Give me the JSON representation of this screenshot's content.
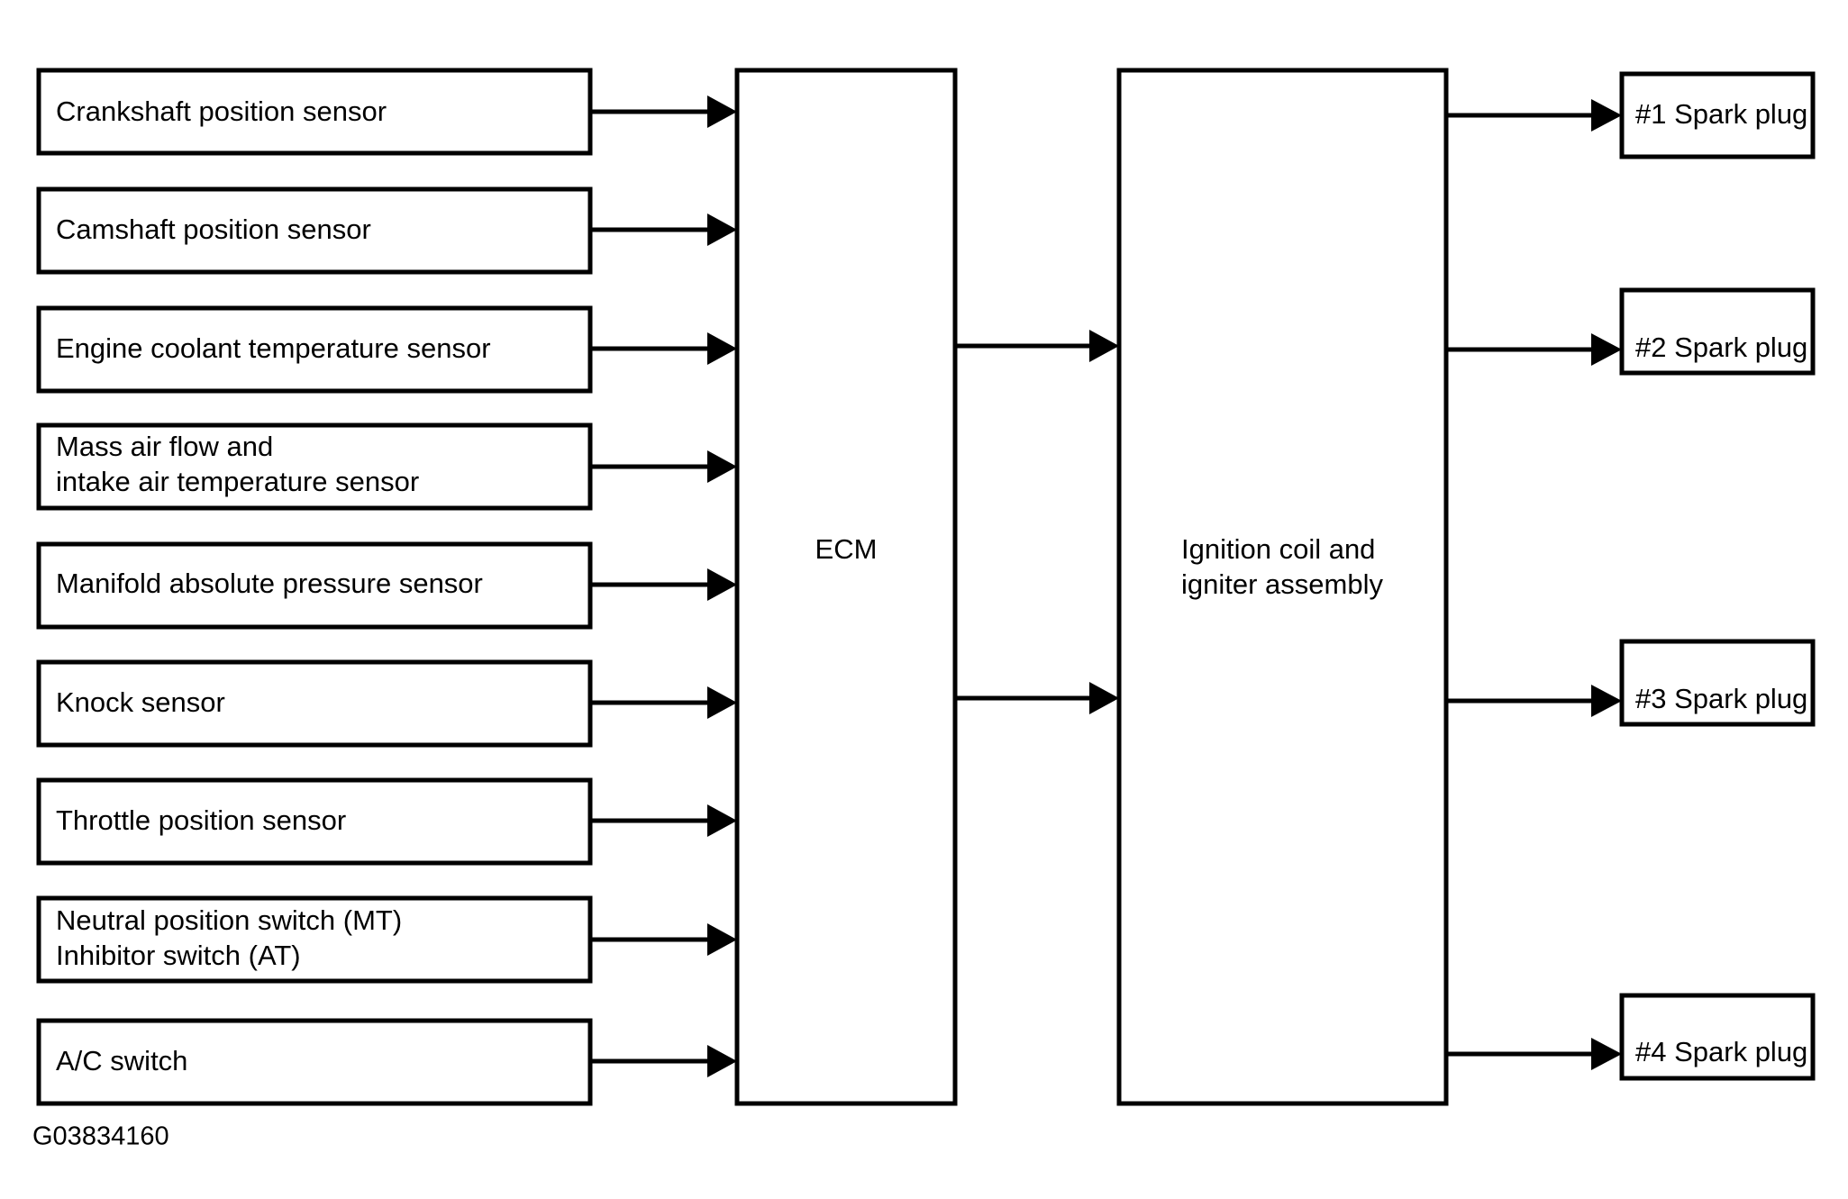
{
  "diagram": {
    "caption": "G03834160",
    "colors": {
      "stroke": "#000000",
      "fill": "#ffffff",
      "text": "#000000"
    },
    "inputs": [
      {
        "id": "crankshaft-position-sensor",
        "lines": [
          "Crankshaft position sensor"
        ]
      },
      {
        "id": "camshaft-position-sensor",
        "lines": [
          "Camshaft position sensor"
        ]
      },
      {
        "id": "engine-coolant-temperature-sensor",
        "lines": [
          "Engine coolant temperature sensor"
        ]
      },
      {
        "id": "mass-air-flow-and-intake-air-temperature-sensor",
        "lines": [
          "Mass air flow and",
          "intake air temperature sensor"
        ]
      },
      {
        "id": "manifold-absolute-pressure-sensor",
        "lines": [
          "Manifold absolute pressure sensor"
        ]
      },
      {
        "id": "knock-sensor",
        "lines": [
          "Knock sensor"
        ]
      },
      {
        "id": "throttle-position-sensor",
        "lines": [
          "Throttle position sensor"
        ]
      },
      {
        "id": "neutral-position-switch-inhibitor-switch",
        "lines": [
          "Neutral position switch (MT)",
          "Inhibitor switch (AT)"
        ]
      },
      {
        "id": "ac-switch",
        "lines": [
          "A/C switch"
        ]
      }
    ],
    "ecm": {
      "id": "ecm",
      "lines": [
        "ECM"
      ]
    },
    "ignition": {
      "id": "ignition-coil-and-igniter-assembly",
      "lines": [
        "Ignition coil and",
        "igniter assembly"
      ]
    },
    "outputs": [
      {
        "id": "spark-plug-1",
        "lines": [
          "#1 Spark plug"
        ]
      },
      {
        "id": "spark-plug-2",
        "lines": [
          "#2 Spark plug"
        ]
      },
      {
        "id": "spark-plug-3",
        "lines": [
          "#3 Spark plug"
        ]
      },
      {
        "id": "spark-plug-4",
        "lines": [
          "#4 Spark plug"
        ]
      }
    ]
  }
}
